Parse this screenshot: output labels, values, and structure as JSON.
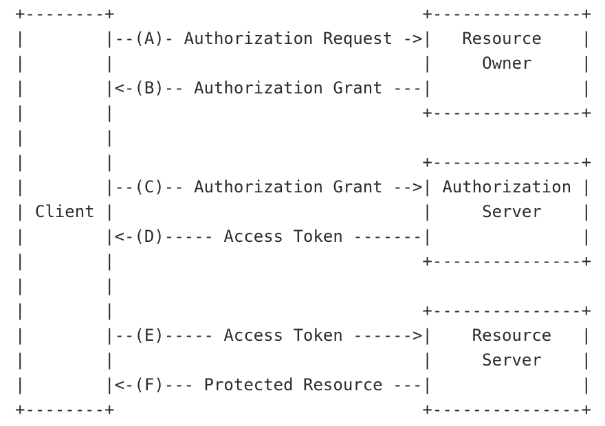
{
  "colors": {
    "background": "#ffffff",
    "text": "#2b2b2b"
  },
  "diagram": {
    "kind": "ascii-sequence-diagram",
    "entities": [
      {
        "name": "Client"
      },
      {
        "name": "Resource Owner"
      },
      {
        "name": "Authorization Server"
      },
      {
        "name": "Resource Server"
      }
    ],
    "flows": [
      {
        "step": "A",
        "label": "Authorization Request",
        "from": "Client",
        "to": "Resource Owner"
      },
      {
        "step": "B",
        "label": "Authorization Grant",
        "from": "Resource Owner",
        "to": "Client"
      },
      {
        "step": "C",
        "label": "Authorization Grant",
        "from": "Client",
        "to": "Authorization Server"
      },
      {
        "step": "D",
        "label": "Access Token",
        "from": "Authorization Server",
        "to": "Client"
      },
      {
        "step": "E",
        "label": "Access Token",
        "from": "Client",
        "to": "Resource Server"
      },
      {
        "step": "F",
        "label": "Protected Resource",
        "from": "Resource Server",
        "to": "Client"
      }
    ],
    "ascii_lines": [
      "+--------+                               +---------------+",
      "|        |--(A)- Authorization Request ->|   Resource    |",
      "|        |                               |     Owner     |",
      "|        |<-(B)-- Authorization Grant ---|               |",
      "|        |                               +---------------+",
      "|        |",
      "|        |                               +---------------+",
      "|        |--(C)-- Authorization Grant -->| Authorization |",
      "| Client |                               |     Server    |",
      "|        |<-(D)----- Access Token -------|               |",
      "|        |                               +---------------+",
      "|        |",
      "|        |                               +---------------+",
      "|        |--(E)----- Access Token ------>|    Resource   |",
      "|        |                               |     Server    |",
      "|        |<-(F)--- Protected Resource ---|               |",
      "+--------+                               +---------------+"
    ]
  }
}
